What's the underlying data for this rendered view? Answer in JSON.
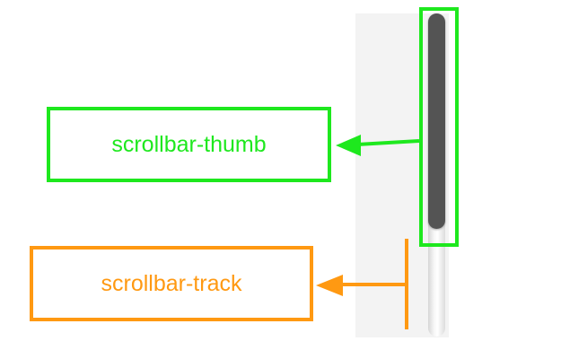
{
  "annotations": {
    "thumb_label": "scrollbar-thumb",
    "track_label": "scrollbar-track"
  },
  "scrollbar": {
    "orientation": "vertical",
    "thumb_fraction": 0.67
  },
  "colors": {
    "thumb_annotation": "#1ee81e",
    "track_annotation": "#ff9912",
    "thumb": "#545454",
    "panel": "#f3f3f3"
  }
}
